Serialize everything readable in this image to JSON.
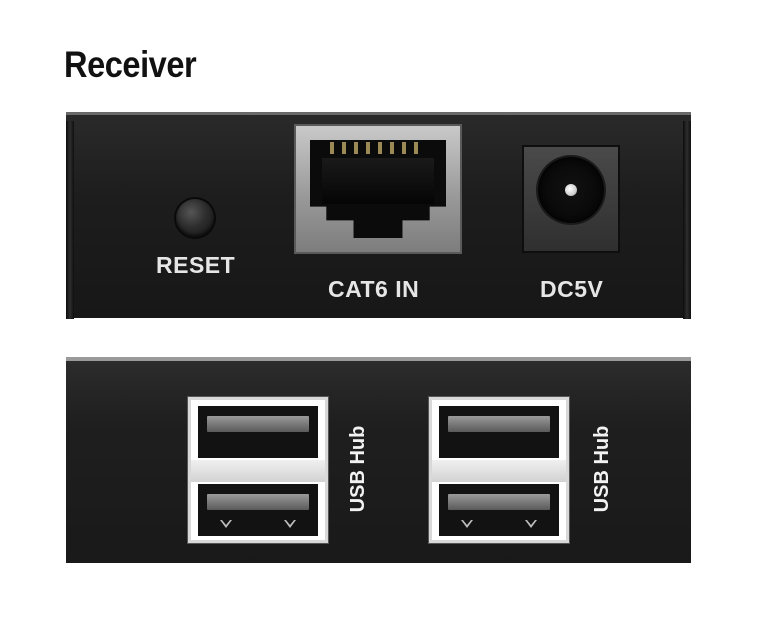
{
  "title": "Receiver",
  "front_panel": {
    "reset_label": "RESET",
    "cat6_label": "CAT6 IN",
    "dc_label": "DC5V"
  },
  "back_panel": {
    "usb_hub_left_label": "USB Hub",
    "usb_hub_right_label": "USB Hub"
  },
  "colors": {
    "panel": "#1d1d1d",
    "label": "#e6e6e6",
    "port_metal": "#9a9a9a"
  }
}
